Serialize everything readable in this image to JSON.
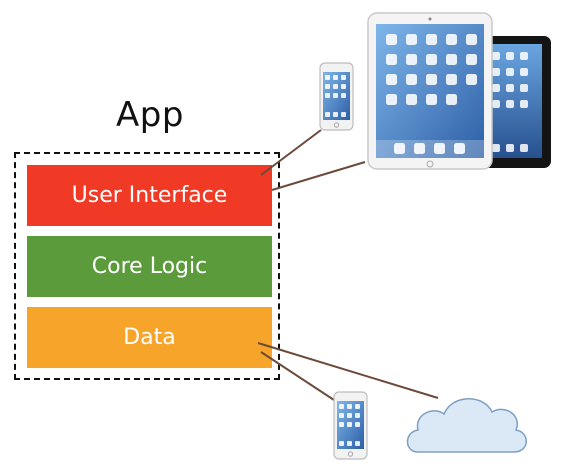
{
  "app": {
    "title": "App"
  },
  "layers": [
    {
      "name": "user-interface",
      "label": "User Interface",
      "color": "#f03a25"
    },
    {
      "name": "core-logic",
      "label": "Core Logic",
      "color": "#5b9b3b"
    },
    {
      "name": "data",
      "label": "Data",
      "color": "#f7a42a"
    }
  ],
  "colors": {
    "connector": "#6b4a3a",
    "frame": "#111111",
    "cloud_fill": "#dbe8f6",
    "cloud_stroke": "#7d9fc6"
  },
  "devices": [
    {
      "name": "iphone-top",
      "icon": "iphone-icon"
    },
    {
      "name": "ipad-white",
      "icon": "ipad-icon"
    },
    {
      "name": "ipad-black",
      "icon": "ipad-icon"
    },
    {
      "name": "iphone-bottom",
      "icon": "iphone-icon"
    },
    {
      "name": "cloud",
      "icon": "cloud-icon"
    }
  ]
}
